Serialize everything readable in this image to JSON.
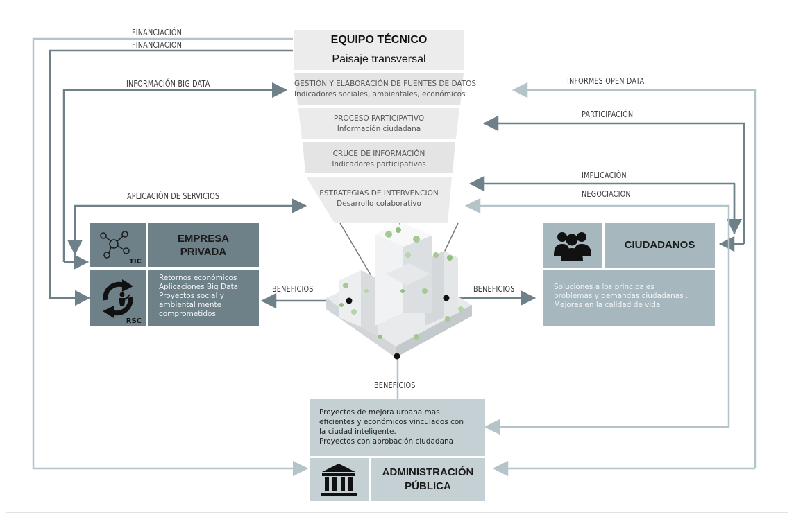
{
  "flows": {
    "financiacion_1": "FINANCIACIÓN",
    "financiacion_2": "FINANCIACIÓN",
    "informacion_big_data": "INFORMACIÓN  BIG DATA",
    "aplicacion_servicios": "APLICACIÓN  DE SERVICIOS",
    "informes_open_data": "INFORMES OPEN DATA",
    "participacion": "PARTICIPACIÓN",
    "implicacion": "IMPLICACIÓN",
    "negociacion": "NEGOCIACIÓN",
    "beneficios_left": "BENEFICIOS",
    "beneficios_right": "BENEFICIOS",
    "beneficios_bottom": "BENEFICIOS"
  },
  "funnel": {
    "title": "EQUIPO TÉCNICO",
    "subtitle": "Paisaje transversal",
    "layers": [
      {
        "title": "GESTIÓN Y ELABORACIÓN  DE FUENTES DE DATOS",
        "sub": "Indicadores sociales, ambientales, económicos"
      },
      {
        "title": "PROCESO PARTICIPATIVO",
        "sub": "Información ciudadana"
      },
      {
        "title": "CRUCE DE INFORMACIÓN",
        "sub": "Indicadores participativos"
      },
      {
        "title": "ESTRATEGIAS DE INTERVENCIÓN",
        "sub": "Desarrollo colaborativo"
      }
    ]
  },
  "empresa": {
    "title_line1": "EMPRESA",
    "title_line2": "PRIVADA",
    "tic_label": "TIC",
    "rsc_label": "RSC",
    "benefits": [
      "Retornos económicos",
      "Aplicaciones Big Data",
      "Proyectos social y",
      "ambiental mente",
      "comprometidos"
    ]
  },
  "ciudadanos": {
    "title": "CIUDADANOS",
    "benefits": [
      "Soluciones a los principales",
      "problemas y demandas  ciudadanas .",
      "Mejoras en la  calidad de vida"
    ]
  },
  "administracion": {
    "title_line1": "ADMINISTRACIÓN",
    "title_line2": "PÚBLICA",
    "benefits": [
      "Proyectos  de  mejora  urbana  mas",
      "eficientes y económicos vinculados  con",
      "la ciudad inteligente.",
      "Proyectos con aprobación ciudadana"
    ]
  },
  "colors": {
    "dark_box": "#6e8189",
    "light_box": "#a6b8be",
    "pale_box": "#c4d0d4",
    "arrow_dark": "#6e8189",
    "arrow_light": "#b4c4c9"
  }
}
